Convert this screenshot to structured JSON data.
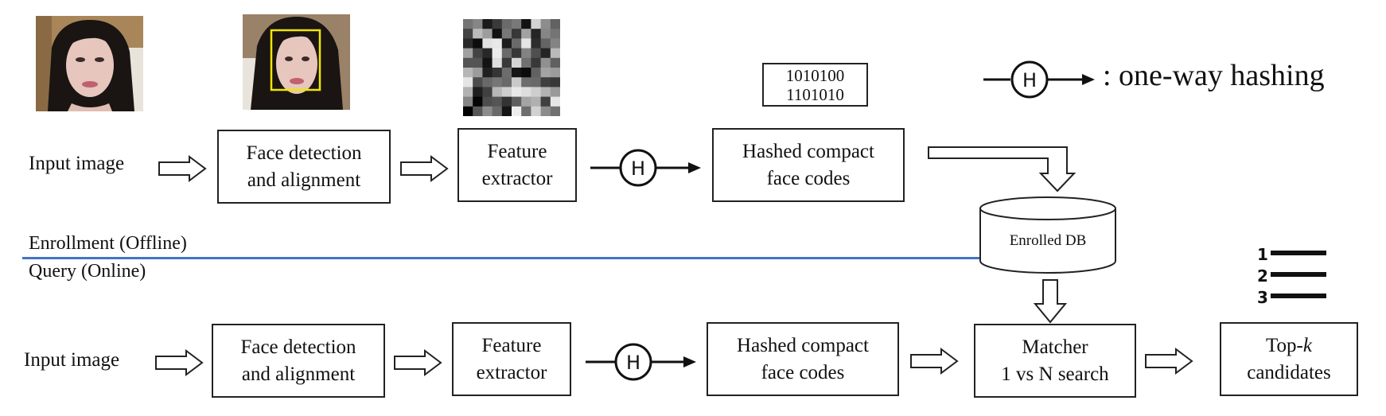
{
  "legend": {
    "hash_symbol": "H",
    "text": ": one-way hashing"
  },
  "enrollment": {
    "input_label": "Input image",
    "face_detection": [
      "Face detection",
      "and alignment"
    ],
    "feature_extractor": [
      "Feature",
      "extractor"
    ],
    "hash_symbol": "H",
    "hashed_codes": [
      "Hashed compact",
      "face codes"
    ],
    "binary_codes": [
      "1010100",
      "1101010"
    ]
  },
  "section_labels": {
    "enrollment": "Enrollment  (Offline)",
    "query": "Query  (Online)"
  },
  "database": {
    "label": "Enrolled DB"
  },
  "query": {
    "input_label": "Input image",
    "face_detection": [
      "Face detection",
      "and alignment"
    ],
    "feature_extractor": [
      "Feature",
      "extractor"
    ],
    "hash_symbol": "H",
    "hashed_codes": [
      "Hashed compact",
      "face codes"
    ],
    "matcher": [
      "Matcher",
      "1 vs N search"
    ],
    "top_k": {
      "prefix": "Top-",
      "k": "k",
      "suffix": "candidates"
    }
  },
  "rank_list": [
    "1",
    "2",
    "3"
  ],
  "colors": {
    "divider": "#4472c4",
    "box_border": "#222222",
    "detection_box": "#f2e600"
  }
}
